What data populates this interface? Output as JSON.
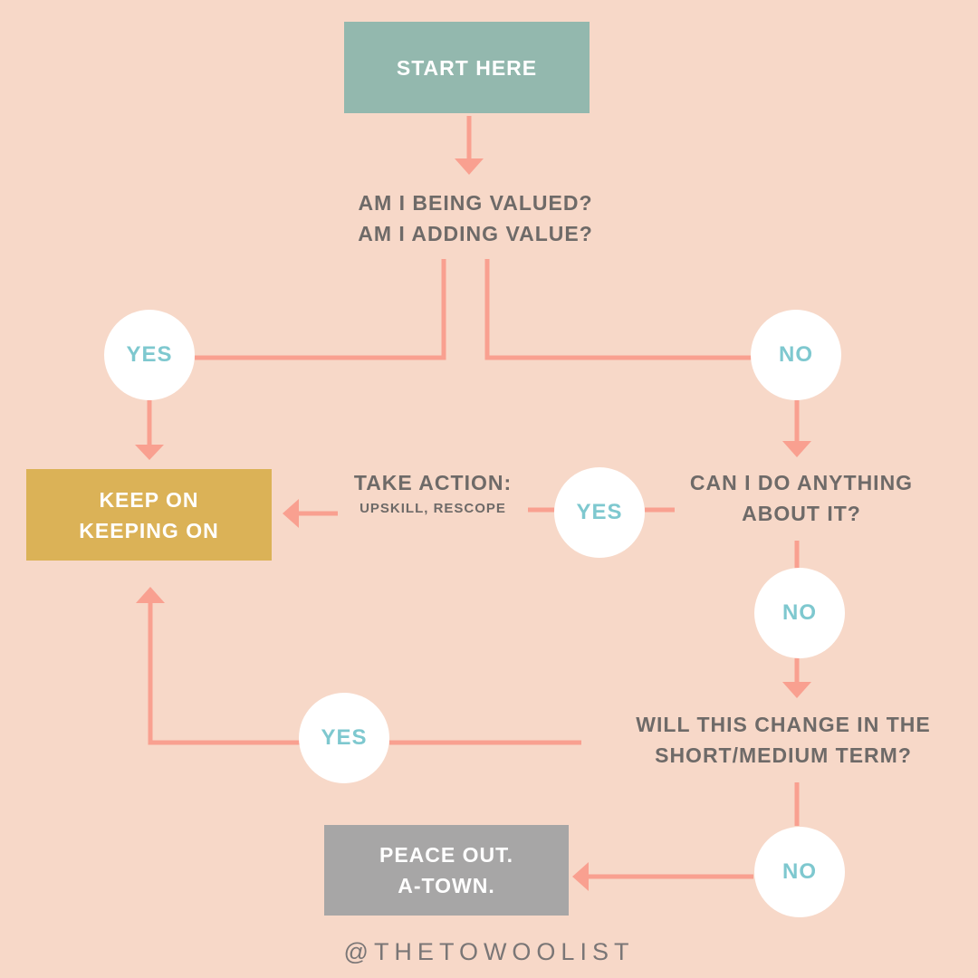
{
  "colors": {
    "background": "#f7d8c8",
    "start": "#93b8ae",
    "keep": "#dbb257",
    "peace": "#a7a6a6",
    "arrow": "#f9a090",
    "answer_text": "#7ec8cf",
    "question_text": "#6e6a68"
  },
  "nodes": {
    "start": "START HERE",
    "q1": "AM I BEING VALUED?\nAM I ADDING VALUE?",
    "keep": "KEEP ON\nKEEPING ON",
    "action_title": "TAKE ACTION:",
    "action_sub": "UPSKILL, RESCOPE",
    "q2": "CAN I DO ANYTHING\nABOUT IT?",
    "q3": "WILL THIS CHANGE IN THE\nSHORT/MEDIUM TERM?",
    "peace": "PEACE OUT.\nA-TOWN."
  },
  "answers": {
    "yes_1": "YES",
    "no_1": "NO",
    "yes_2": "YES",
    "no_2": "NO",
    "yes_3": "YES",
    "no_3": "NO"
  },
  "footer": {
    "handle": "@THETOWOOLIST"
  }
}
